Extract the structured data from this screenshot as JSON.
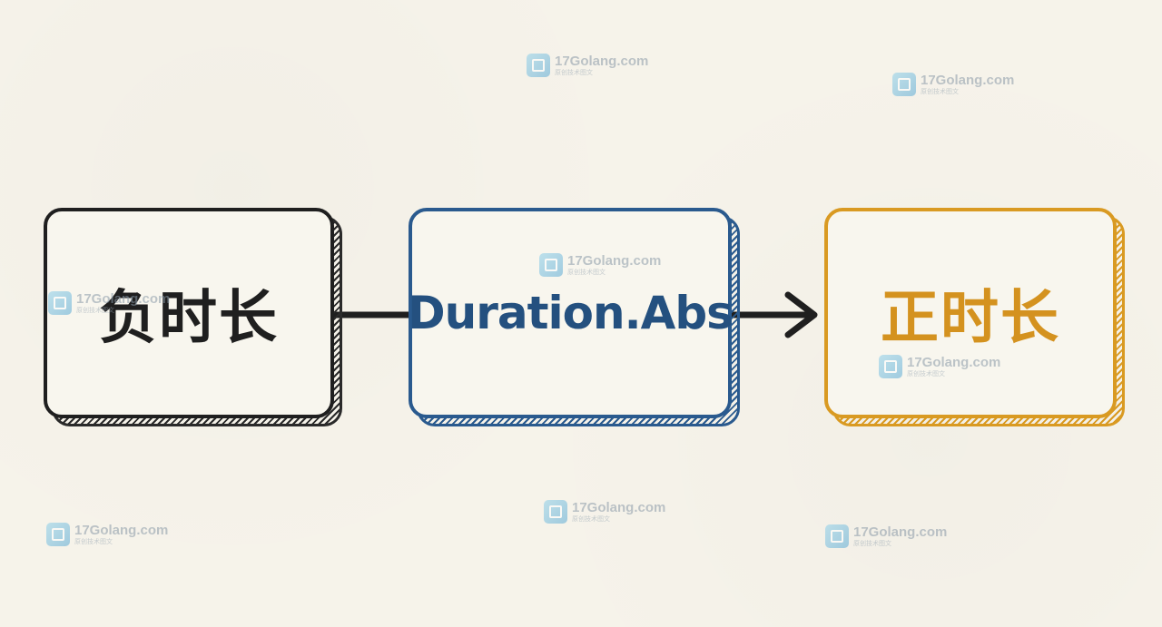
{
  "diagram": {
    "nodes": [
      {
        "id": "negative",
        "label": "负时长",
        "color": "#1f1f1f"
      },
      {
        "id": "abs",
        "label": "Duration.Abs",
        "color": "#24507f"
      },
      {
        "id": "positive",
        "label": "正时长",
        "color": "#d4921f"
      }
    ],
    "edges": [
      {
        "from": "negative",
        "to": "abs",
        "style": "line"
      },
      {
        "from": "abs",
        "to": "positive",
        "style": "arrow"
      }
    ]
  },
  "watermark": {
    "title": "17Golang.com",
    "subtitle": "原创技术图文",
    "icon": "golang-logo-icon"
  }
}
